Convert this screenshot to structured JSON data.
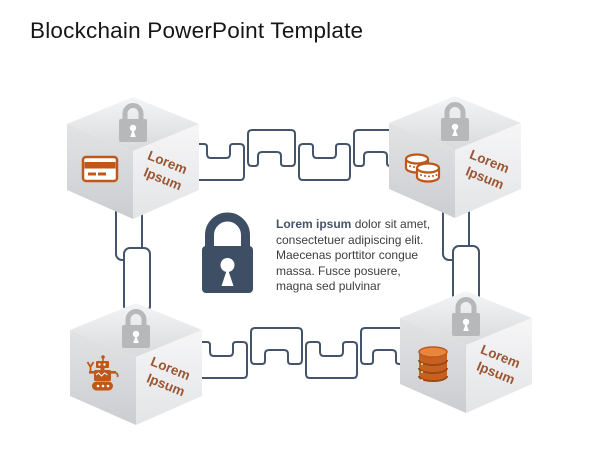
{
  "slide": {
    "title": "Blockchain PowerPoint Template"
  },
  "center_text": {
    "lead": "Lorem ipsum",
    "body": " dolor sit amet, consectetuer adipiscing elit. Maecenas porttitor congue massa. Fusce posuere, magna sed pulvinar"
  },
  "cubes": [
    {
      "position": "top-left",
      "icon": "credit-card-icon",
      "label_line1": "Lorem",
      "label_line2": "Ipsum"
    },
    {
      "position": "top-right",
      "icon": "coins-icon",
      "label_line1": "Lorem",
      "label_line2": "Ipsum"
    },
    {
      "position": "bottom-left",
      "icon": "robot-icon",
      "label_line1": "Lorem",
      "label_line2": "Ipsum"
    },
    {
      "position": "bottom-right",
      "icon": "database-icon",
      "label_line1": "Lorem",
      "label_line2": "Ipsum"
    }
  ],
  "colors": {
    "accent_orange": "#C0571A",
    "chain_outline": "#44546A",
    "lock_fill": "#3E4E64",
    "cube_label_text": "#9B5633",
    "padlock_gray": "#B7B8BA"
  }
}
